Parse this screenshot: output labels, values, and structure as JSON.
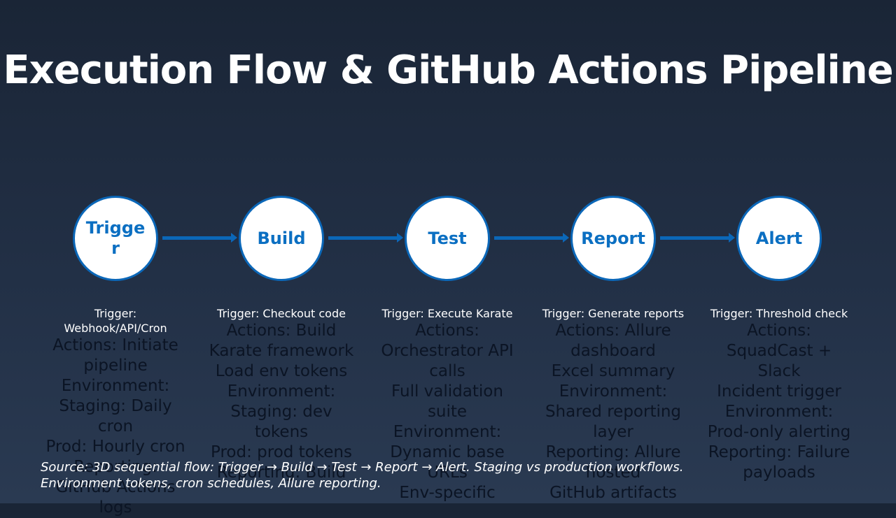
{
  "slide": {
    "title": "Execution Flow & GitHub Actions Pipeline",
    "caption": "Source: 3D sequential flow: Trigger → Build → Test → Report → Alert. Staging vs production workflows. Environment tokens, cron schedules, Allure reporting."
  },
  "colors": {
    "accent": "#0b67b8",
    "node_text": "#0b6fc2",
    "node_fill": "#ffffff",
    "background": "#1a2536"
  },
  "stages": [
    {
      "label": "Trigger",
      "trigger": "Trigger: Webhook/API/Cron",
      "body": "Actions: Initiate pipeline\nEnvironment:\nStaging: Daily cron\nProd: Hourly cron\nReporting:\nGitHub Actions logs"
    },
    {
      "label": "Build",
      "trigger": "Trigger: Checkout code",
      "body": "Actions: Build Karate framework\nLoad env tokens\nEnvironment:\nStaging: dev tokens\nProd: prod tokens\nReporting: Build"
    },
    {
      "label": "Test",
      "trigger": "Trigger: Execute Karate",
      "body": "Actions: Orchestrator API calls\nFull validation suite\nEnvironment:\nDynamic base URLs\nEnv-specific"
    },
    {
      "label": "Report",
      "trigger": "Trigger: Generate reports",
      "body": "Actions: Allure dashboard\nExcel summary\nEnvironment:\nShared reporting layer\nReporting: Allure hosted\nGitHub artifacts"
    },
    {
      "label": "Alert",
      "trigger": "Trigger: Threshold check",
      "body": "Actions: SquadCast + Slack\nIncident trigger\nEnvironment:\nProd-only alerting\nReporting: Failure payloads"
    }
  ]
}
